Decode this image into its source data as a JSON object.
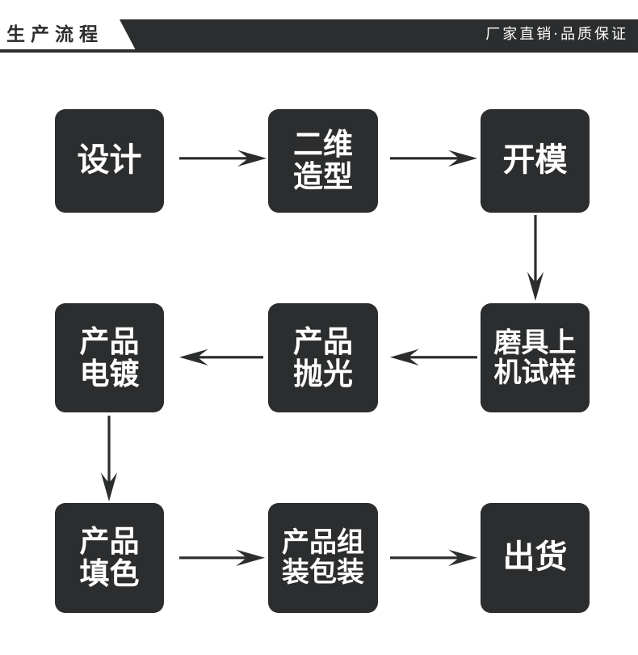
{
  "header": {
    "title": "生产流程",
    "tagline": "厂家直销·品质保证",
    "band_color": "#2b2d2e",
    "title_color": "#2b2d2e",
    "tagline_color": "#ffffff"
  },
  "chart_data": {
    "type": "diagram",
    "title": "生产流程",
    "diagram_kind": "process-flowchart",
    "node_color": "#2b2d2e",
    "node_text_color": "#ffffff",
    "background": "#ffffff",
    "arrow_color": "#2b2d2e",
    "rows": 3,
    "columns": 3,
    "nodes": [
      {
        "id": "n1",
        "label": "设计",
        "row": 1,
        "col": 1,
        "lines": [
          "设计"
        ]
      },
      {
        "id": "n2",
        "label": "二维造型",
        "row": 1,
        "col": 2,
        "lines": [
          "二维",
          "造型"
        ]
      },
      {
        "id": "n3",
        "label": "开模",
        "row": 1,
        "col": 3,
        "lines": [
          "开模"
        ]
      },
      {
        "id": "n4",
        "label": "磨具上机试样",
        "row": 2,
        "col": 3,
        "lines": [
          "磨具上",
          "机试样"
        ]
      },
      {
        "id": "n5",
        "label": "产品抛光",
        "row": 2,
        "col": 2,
        "lines": [
          "产品",
          "抛光"
        ]
      },
      {
        "id": "n6",
        "label": "产品电镀",
        "row": 2,
        "col": 1,
        "lines": [
          "产品",
          "电镀"
        ]
      },
      {
        "id": "n7",
        "label": "产品填色",
        "row": 3,
        "col": 1,
        "lines": [
          "产品",
          "填色"
        ]
      },
      {
        "id": "n8",
        "label": "产品组装包装",
        "row": 3,
        "col": 2,
        "lines": [
          "产品组",
          "装包装"
        ]
      },
      {
        "id": "n9",
        "label": "出货",
        "row": 3,
        "col": 3,
        "lines": [
          "出货"
        ]
      }
    ],
    "edges": [
      {
        "from": "n1",
        "to": "n2",
        "direction": "right"
      },
      {
        "from": "n2",
        "to": "n3",
        "direction": "right"
      },
      {
        "from": "n3",
        "to": "n4",
        "direction": "down"
      },
      {
        "from": "n4",
        "to": "n5",
        "direction": "left"
      },
      {
        "from": "n5",
        "to": "n6",
        "direction": "left"
      },
      {
        "from": "n6",
        "to": "n7",
        "direction": "down"
      },
      {
        "from": "n7",
        "to": "n8",
        "direction": "right"
      },
      {
        "from": "n8",
        "to": "n9",
        "direction": "right"
      }
    ],
    "sequence": [
      "设计",
      "二维造型",
      "开模",
      "磨具上机试样",
      "产品抛光",
      "产品电镀",
      "产品填色",
      "产品组装包装",
      "出货"
    ]
  }
}
